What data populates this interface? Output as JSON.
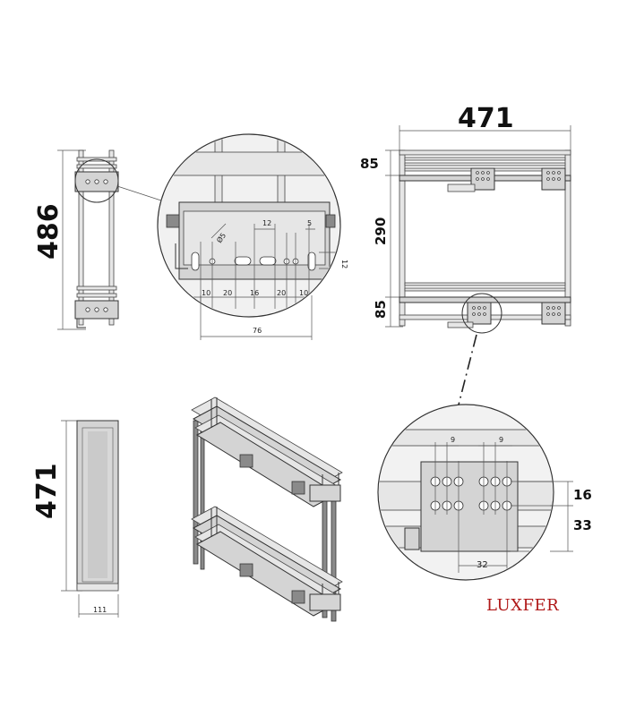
{
  "dimensions": {
    "front_height": "486",
    "front_width": "471",
    "front_top_gap": "85",
    "front_shelf_gap": "290",
    "front_bottom_gap": "85",
    "side_depth": "471",
    "side_width": "111",
    "detail_hole_dia": "Ø5",
    "detail_spacing_12": "12",
    "detail_spacing_5": "5",
    "detail_height_12": "12",
    "detail_seg_1": "10",
    "detail_seg_2": "20",
    "detail_seg_3": "16",
    "detail_seg_4": "20",
    "detail_seg_5": "10",
    "detail_total": "76",
    "bracket_hole_9a": "9",
    "bracket_hole_9b": "9",
    "bracket_height_16": "16",
    "bracket_height_33": "33",
    "bracket_width_32": "32"
  },
  "brand": {
    "name": "LUXFER",
    "color": "#b01818"
  }
}
